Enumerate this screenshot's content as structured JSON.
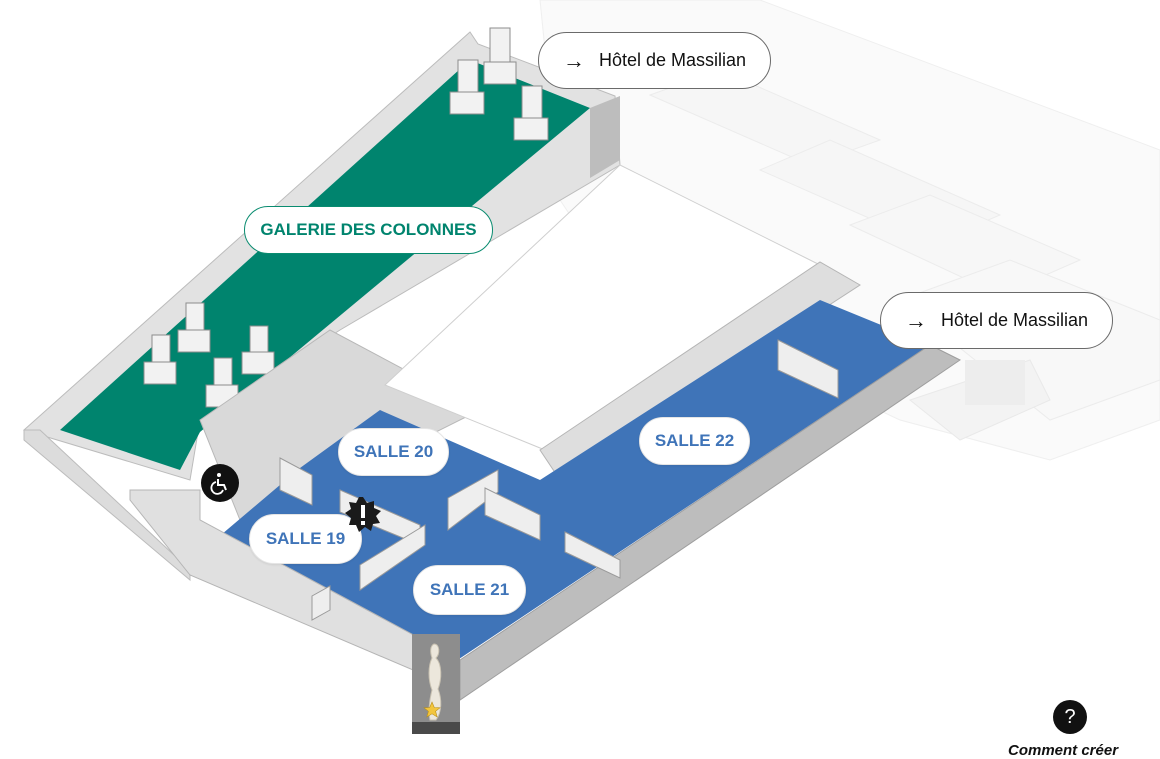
{
  "map": {
    "galleries": [
      {
        "id": "galerie",
        "label": "GALERIE DES COLONNES"
      }
    ],
    "rooms": [
      {
        "id": "salle20",
        "label": "SALLE 20"
      },
      {
        "id": "salle22",
        "label": "SALLE 22"
      },
      {
        "id": "salle19",
        "label": "SALLE 19"
      },
      {
        "id": "salle21",
        "label": "SALLE 21"
      }
    ],
    "links": [
      {
        "label": "Hôtel de Massilian",
        "arrow": "→"
      },
      {
        "label": "Hôtel de Massilian",
        "arrow": "→"
      }
    ],
    "icons": {
      "wheelchair": "accessibility-icon",
      "alert": "alert-icon",
      "statue": "artwork-thumbnail",
      "star": "star-icon"
    },
    "colors": {
      "gallery_floor": "#00846e",
      "room_floor": "#3f74b8",
      "wall": "#e9e9e9"
    }
  },
  "help": {
    "icon": "?",
    "text": "Comment créer"
  }
}
